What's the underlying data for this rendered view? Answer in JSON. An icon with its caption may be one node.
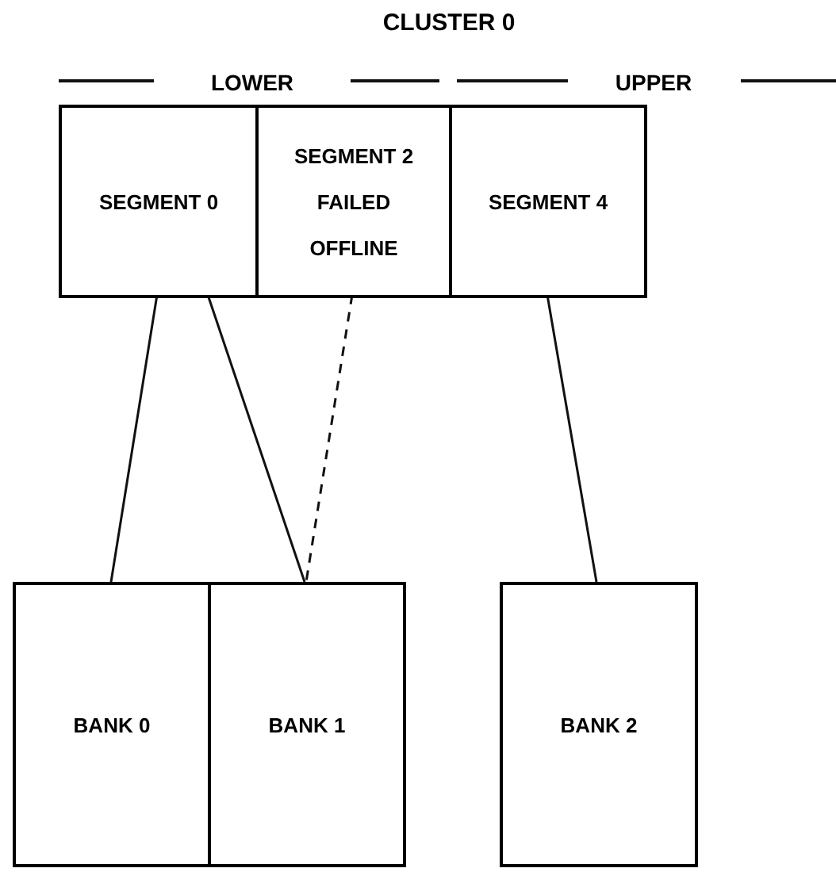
{
  "diagram": {
    "title": "CLUSTER 0",
    "nodes": [
      {
        "text": [
          "SEGMENT 0"
        ]
      },
      {
        "text": [
          "SEGMENT 2 FAILED OFFLINE"
        ]
      },
      {
        "text": [
          "SEGMENT 4"
        ]
      },
      {
        "text": [
          "BANK 0"
        ]
      },
      {
        "text": [
          "BANK 1"
        ]
      },
      {
        "text": [
          "BANK 2"
        ]
      }
    ],
    "edges": [
      {
        "from": 0,
        "to": 3,
        "arrow": "none"
      },
      {
        "from": 0,
        "to": 4,
        "arrow": "none"
      },
      {
        "from": 1,
        "to": 4,
        "arrow": "none",
        "style": "dashed"
      },
      {
        "from": 2,
        "to": 5,
        "arrow": "none"
      }
    ],
    "labels": [
      "LOWER",
      "UPPER"
    ]
  }
}
